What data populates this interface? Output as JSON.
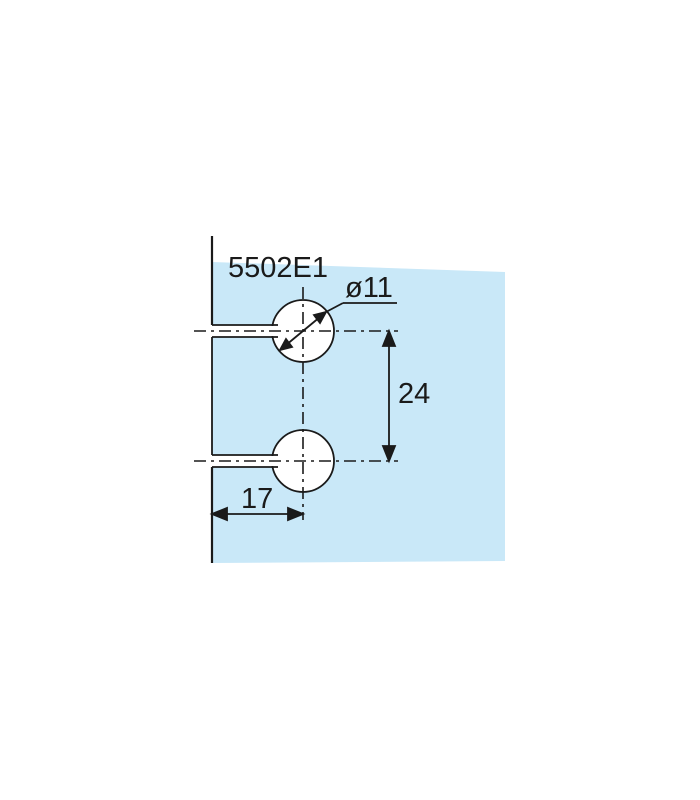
{
  "drawing": {
    "part_number": "5502E1",
    "hole_diameter_label": "ø11",
    "hole_spacing_label": "24",
    "edge_distance_label": "17",
    "colors": {
      "glass": "#c9e8f8",
      "line": "#1a1a1a",
      "hole": "#ffffff"
    }
  }
}
